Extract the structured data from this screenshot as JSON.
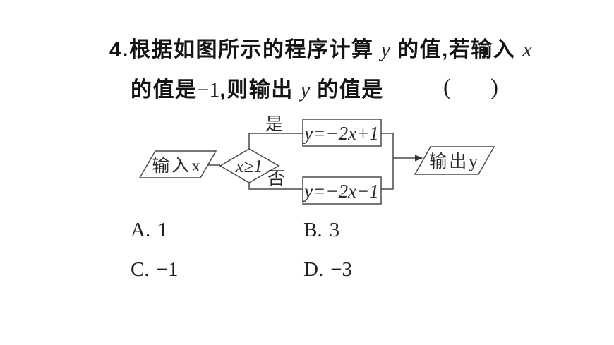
{
  "question": {
    "line1": {
      "prefix": "4.根据如图所示的程序计算 ",
      "var_y": "y",
      "mid": " 的值,若输入 ",
      "var_x": "x"
    },
    "line2": {
      "prefix": "的值是",
      "value": "−1",
      "mid": ",则输出 ",
      "var_y": "y",
      "suffix": " 的值是",
      "paren_open": "(",
      "paren_close": ")"
    }
  },
  "flowchart": {
    "input_label": "输入x",
    "condition_label": "x≥1",
    "branch_yes_label": "是",
    "branch_no_label": "否",
    "formula_yes": "y=−2x+1",
    "formula_no": "y=−2x−1",
    "output_label": "输出y"
  },
  "choices": [
    {
      "label": "A.",
      "value": "1"
    },
    {
      "label": "B.",
      "value": "3"
    },
    {
      "label": "C.",
      "value": "−1"
    },
    {
      "label": "D.",
      "value": "−3"
    }
  ],
  "colors": {
    "background": "#ffffff",
    "text": "#141414",
    "flowchart_line": "#4a4a4a"
  }
}
